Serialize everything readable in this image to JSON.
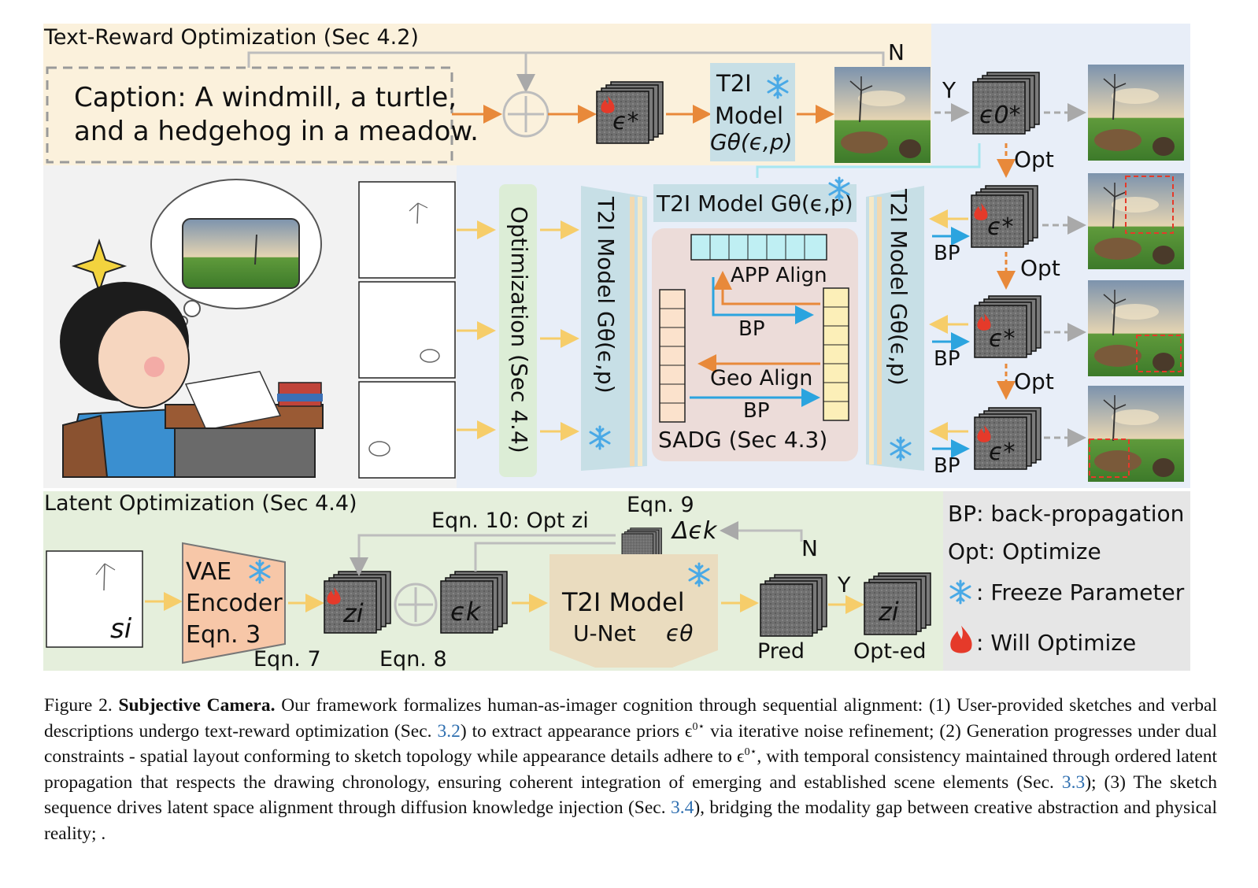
{
  "panels": {
    "text_reward_title": "Text-Reward Optimization (Sec 4.2)",
    "latent_title": "Latent Optimization (Sec 4.4)"
  },
  "caption_box": {
    "line1": "Caption: A windmill, a turtle,",
    "line2": "and a hedgehog in a meadow."
  },
  "top_row": {
    "eps_star": "ϵ*",
    "t2i_line1": "T2I",
    "t2i_line2": "Model",
    "t2i_line3": "Gθ(ϵ,p)",
    "n_label": "N",
    "y_label": "Y",
    "eps0_star": "ϵ0*",
    "opt_label": "Opt"
  },
  "middle": {
    "optimization_label": "Optimization (Sec 4.4)",
    "t2i_vertical": "T2I Model Gθ(ϵ,p)",
    "t2i_top": "T2I Model Gθ(ϵ,p)",
    "app_align": "APP Align",
    "geo_align": "Geo Align",
    "bp": "BP",
    "sadg": "SADG (Sec 4.3)",
    "right_eps": [
      "ϵ*",
      "ϵ*",
      "ϵ*"
    ],
    "right_bp": [
      "BP",
      "BP",
      "BP"
    ],
    "right_opt": [
      "Opt",
      "Opt"
    ]
  },
  "bottom": {
    "s_i": "si",
    "vae_line1": "VAE",
    "vae_line2": "Encoder",
    "vae_line3": "Eqn. 3",
    "eqn7": "Eqn. 7",
    "z_i": "zi",
    "eqn8": "Eqn. 8",
    "eps_k": "ϵk",
    "eqn10": "Eqn. 10: Opt zi",
    "eqn9": "Eqn. 9",
    "delta_eps": "Δϵk",
    "t2i_line1": "T2I Model",
    "t2i_line2": "U-Net",
    "t2i_line3": "ϵθ",
    "n_label": "N",
    "y_label": "Y",
    "pred": "Pred",
    "opted": "Opt-ed",
    "zi_out": "zi"
  },
  "legend": {
    "bp": "BP: back-propagation",
    "opt": "Opt: Optimize",
    "freeze": ": Freeze Parameter",
    "will": ": Will Optimize"
  },
  "caption": {
    "figure_label": "Figure 2.",
    "title": "Subjective Camera.",
    "part1": "Our framework formalizes human-as-imager cognition through sequential alignment: (1) User-provided sketches and verbal descriptions undergo text-reward optimization (Sec.",
    "ref1": "3.2",
    "part2": ") to extract appearance priors ϵ",
    "sup1": "0⋆",
    "part3": "via iterative noise refinement; (2) Generation progresses under dual constraints - spatial layout conforming to sketch topology while appearance details adhere to ϵ",
    "sup2": "0⋆",
    "part4": ", with temporal consistency maintained through ordered latent propagation that respects the drawing chronology, ensuring coherent integration of emerging and established scene elements (Sec.",
    "ref2": "3.3",
    "part5": "); (3) The sketch sequence drives latent space alignment through diffusion knowledge injection (Sec.",
    "ref3": "3.4",
    "part6": "), bridging the modality gap between creative abstraction and physical reality; ."
  },
  "colors": {
    "text_reward_bg": "#fbf1dc",
    "middle_bg": "#e8eef8",
    "latent_bg": "#e5efdc",
    "legend_bg": "#e6e6e6",
    "orange_arrow": "#e8893a",
    "yellow_arrow": "#f6cd6a",
    "blue_arrow": "#2ba4df",
    "gray_arrow": "#a9a9a9",
    "flame": "#e53a2a",
    "snow": "#49a9e6"
  }
}
